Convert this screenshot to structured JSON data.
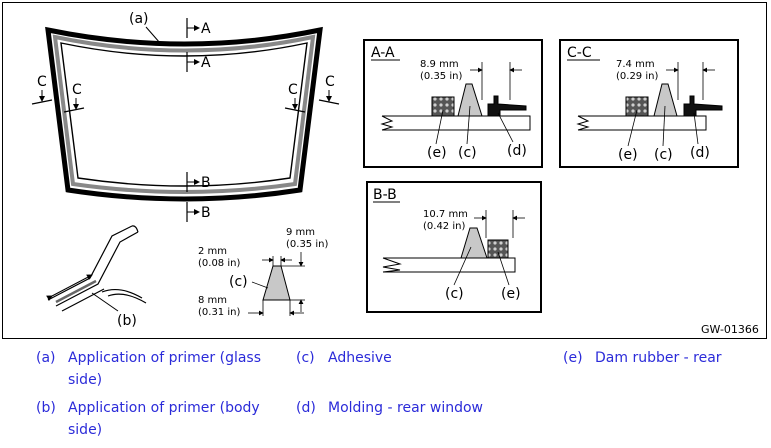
{
  "figure_id": "GW-01366",
  "labels": {
    "a": "(a)",
    "b": "(b)",
    "c": "(c)",
    "d": "(d)",
    "e": "(e)",
    "A": "A",
    "B": "B",
    "C": "C"
  },
  "sections": {
    "aa": {
      "title": "A-A",
      "dim_mm": "8.9 mm",
      "dim_in": "(0.35 in)"
    },
    "cc": {
      "title": "C-C",
      "dim_mm": "7.4 mm",
      "dim_in": "(0.29 in)"
    },
    "bb": {
      "title": "B-B",
      "dim_mm": "10.7 mm",
      "dim_in": "(0.42 in)"
    }
  },
  "bead": {
    "top_mm": "2 mm",
    "top_in": "(0.08 in)",
    "height_mm": "9 mm",
    "height_in": "(0.35 in)",
    "base_mm": "8 mm",
    "base_in": "(0.31 in)"
  },
  "legend": [
    {
      "code": "(a)",
      "text_line1": "Application of primer (glass",
      "text_line2": "side)"
    },
    {
      "code": "(c)",
      "text_line1": "Adhesive",
      "text_line2": ""
    },
    {
      "code": "(e)",
      "text_line1": "Dam rubber - rear",
      "text_line2": ""
    },
    {
      "code": "(b)",
      "text_line1": "Application of primer (body",
      "text_line2": "side)"
    },
    {
      "code": "(d)",
      "text_line1": "Molding - rear window",
      "text_line2": ""
    }
  ]
}
